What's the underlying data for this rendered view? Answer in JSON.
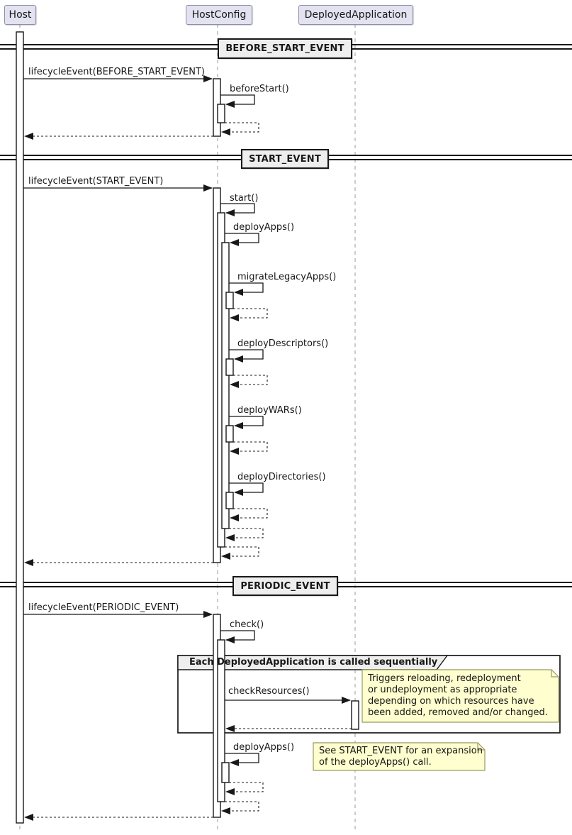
{
  "participants": [
    {
      "label": "Host"
    },
    {
      "label": "HostConfig"
    },
    {
      "label": "DeployedApplication"
    }
  ],
  "dividers": [
    {
      "label": "BEFORE_START_EVENT"
    },
    {
      "label": "START_EVENT"
    },
    {
      "label": "PERIODIC_EVENT"
    }
  ],
  "messages": {
    "lifecycle_before_start": "lifecycleEvent(BEFORE_START_EVENT)",
    "before_start": "beforeStart()",
    "lifecycle_start": "lifecycleEvent(START_EVENT)",
    "start": "start()",
    "deploy_apps": "deployApps()",
    "migrate_legacy_apps": "migrateLegacyApps()",
    "deploy_descriptors": "deployDescriptors()",
    "deploy_wars": "deployWARs()",
    "deploy_directories": "deployDirectories()",
    "lifecycle_periodic": "lifecycleEvent(PERIODIC_EVENT)",
    "check": "check()",
    "check_resources": "checkResources()",
    "deploy_apps_periodic": "deployApps()"
  },
  "group": {
    "title": "Each DeployedApplication is called sequentially"
  },
  "notes": {
    "check_resources": {
      "lines": [
        "Triggers reloading, redeployment",
        "or undeployment as appropriate",
        "depending on which resources have",
        "been added, removed and/or changed."
      ]
    },
    "deploy_apps": {
      "lines": [
        "See START_EVENT for an expansion",
        "of the deployApps() call."
      ]
    }
  },
  "colors": {
    "participant_fill": "#E2E2F0",
    "participant_border": "#8E8EAA",
    "divider_fill": "#EEEEEE",
    "group_header_fill": "#EEEEEE",
    "note_fill": "#FEFECE",
    "note_border": "#999966",
    "line": "#181818",
    "lifeline": "#999999"
  }
}
